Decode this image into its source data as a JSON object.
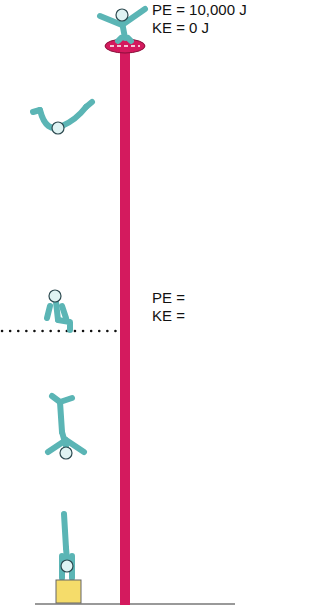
{
  "diagram": {
    "labels": [
      "PE = 10,000 J",
      "KE = 0 J",
      "PE =",
      "KE ="
    ]
  }
}
